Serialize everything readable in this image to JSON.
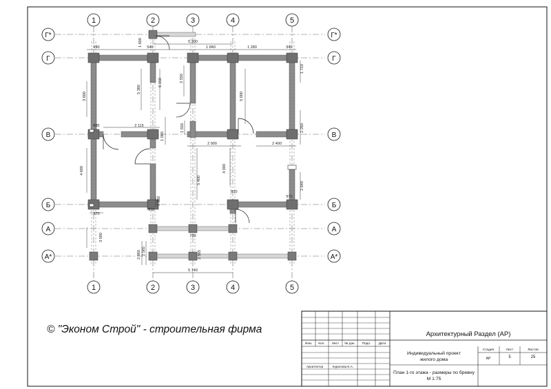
{
  "axes": {
    "columns": [
      "1",
      "2",
      "3",
      "4",
      "5"
    ],
    "rows_top_to_bottom": [
      "Г*",
      "Г",
      "В",
      "Б",
      "А",
      "А*"
    ]
  },
  "dimensions": {
    "d_5200": "5 200",
    "d_1840": "1 840",
    "d_940_left": "940",
    "d_940_right": "940",
    "d_540": "540",
    "d_1280": "1 280",
    "d_1600": "1 600",
    "d_3600": "3 600",
    "d_5380": "5 380",
    "d_6150": "6 150",
    "d_2550": "2 550",
    "d_5000": "5 000",
    "d_1710": "1 710",
    "d_885": "885",
    "d_2115": "2 115",
    "d_1060": "1 060",
    "d_1550": "1 550",
    "d_2900": "2 900",
    "d_2400": "2 400",
    "d_2260": "2 260",
    "d_4600": "4 600",
    "d_5400": "5 400",
    "d_4000": "4 000",
    "d_810_mid": "810",
    "d_2640": "2 640",
    "d_970_right": "970",
    "d_1380": "1 380",
    "d_810_low": "810",
    "d_970_left": "970",
    "d_3590": "3 590",
    "d_780": "780",
    "d_2565": "2 565",
    "d_2860": "2 860",
    "d_2565b": "2 565",
    "d_5140": "5 140"
  },
  "copyright": "© \"Эконом Строй\" - строительная фирма",
  "title_block": {
    "section": "Архитектурный Раздел (АР)",
    "columns": [
      "Изм.",
      "Кол.",
      "Лист",
      "№ док.",
      "Подп.",
      "Дата"
    ],
    "role": "Архитектор",
    "person": "Куралова Е.А.",
    "project": [
      "Индивидуальный проект",
      "жилого дома"
    ],
    "stage_label": "Стадия",
    "sheet_label": "Лист",
    "sheets_label": "Листов",
    "stage": "АР",
    "sheet": "5",
    "sheets": "25",
    "drawing": [
      "План 1-го этажа - размеры по бревну",
      "М 1:75"
    ]
  }
}
